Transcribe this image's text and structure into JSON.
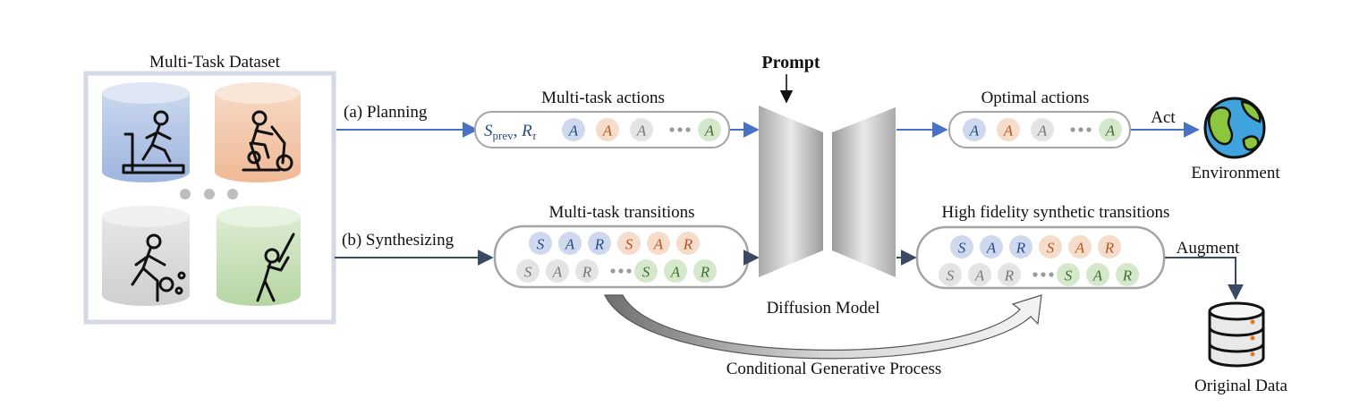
{
  "colors": {
    "blue_tok": "#cfd9ee",
    "blue_txt": "#2a4a8a",
    "orange_tok": "#f6dccb",
    "orange_txt": "#b5561d",
    "gray_tok": "#e4e4e4",
    "gray_txt": "#777777",
    "green_tok": "#d6e8cc",
    "green_txt": "#3d6e2b",
    "arrow_blue": "#4a72c4",
    "arrow_dark": "#3a4a62"
  },
  "dataset": {
    "title": "Multi-Task Dataset",
    "tasks": [
      {
        "color": "blue",
        "icon": "treadmill-runner-icon"
      },
      {
        "color": "orange",
        "icon": "exercise-bike-rider-icon"
      },
      {
        "color": "gray",
        "icon": "soccer-player-icon"
      },
      {
        "color": "green",
        "icon": "baseball-batter-icon"
      }
    ],
    "more_dots": "..."
  },
  "planning": {
    "label": "(a) Planning",
    "box_title": "Multi-task actions",
    "prefix_s": "S",
    "prefix_s_sub": "prev",
    "prefix_sep": ", ",
    "prefix_r": "R",
    "prefix_r_sub": "τ",
    "tokens": [
      {
        "t": "A",
        "c": "blue"
      },
      {
        "t": "A",
        "c": "orange"
      },
      {
        "t": "A",
        "c": "gray"
      },
      {
        "t": "...",
        "c": "dots"
      },
      {
        "t": "A",
        "c": "green"
      }
    ]
  },
  "synthesizing": {
    "label": "(b) Synthesizing",
    "box_title": "Multi-task transitions",
    "row1": [
      {
        "t": "S",
        "c": "blue"
      },
      {
        "t": "A",
        "c": "blue"
      },
      {
        "t": "R",
        "c": "blue"
      },
      {
        "t": "S",
        "c": "orange"
      },
      {
        "t": "A",
        "c": "orange"
      },
      {
        "t": "R",
        "c": "orange"
      }
    ],
    "row2": [
      {
        "t": "S",
        "c": "gray"
      },
      {
        "t": "A",
        "c": "gray"
      },
      {
        "t": "R",
        "c": "gray"
      },
      {
        "t": "...",
        "c": "dots"
      },
      {
        "t": "S",
        "c": "green"
      },
      {
        "t": "A",
        "c": "green"
      },
      {
        "t": "R",
        "c": "green"
      }
    ]
  },
  "model": {
    "prompt": "Prompt",
    "name": "Diffusion Model"
  },
  "optimal": {
    "box_title": "Optimal actions",
    "tokens": [
      {
        "t": "A",
        "c": "blue"
      },
      {
        "t": "A",
        "c": "orange"
      },
      {
        "t": "A",
        "c": "gray"
      },
      {
        "t": "...",
        "c": "dots"
      },
      {
        "t": "A",
        "c": "green"
      }
    ],
    "act_label": "Act",
    "env_label": "Environment"
  },
  "synthetic": {
    "box_title": "High fidelity synthetic transitions",
    "row1": [
      {
        "t": "S",
        "c": "blue"
      },
      {
        "t": "A",
        "c": "blue"
      },
      {
        "t": "R",
        "c": "blue"
      },
      {
        "t": "S",
        "c": "orange"
      },
      {
        "t": "A",
        "c": "orange"
      },
      {
        "t": "R",
        "c": "orange"
      }
    ],
    "row2": [
      {
        "t": "S",
        "c": "gray"
      },
      {
        "t": "A",
        "c": "gray"
      },
      {
        "t": "R",
        "c": "gray"
      },
      {
        "t": "...",
        "c": "dots"
      },
      {
        "t": "S",
        "c": "green"
      },
      {
        "t": "A",
        "c": "green"
      },
      {
        "t": "R",
        "c": "green"
      }
    ],
    "augment_label": "Augment",
    "data_label": "Original Data"
  },
  "process_label": "Conditional Generative Process"
}
